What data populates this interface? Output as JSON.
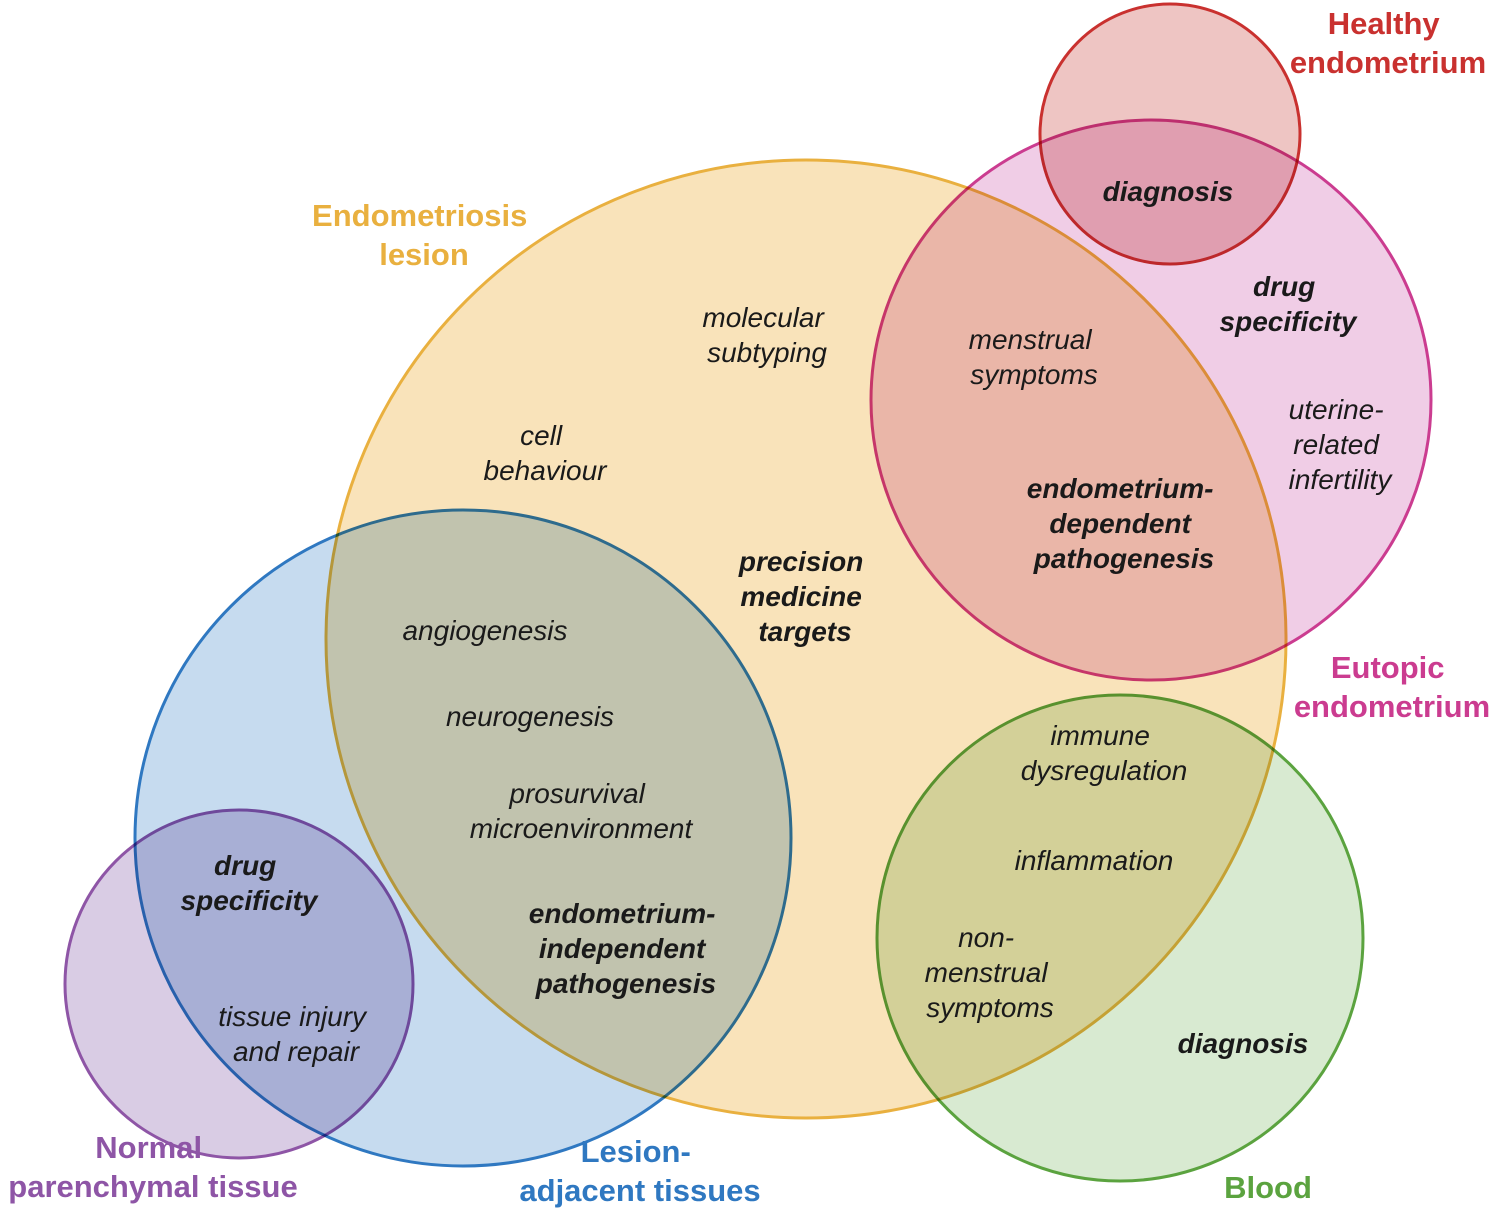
{
  "sets": {
    "endometriosis_lesion": {
      "lines": [
        "Endometriosis",
        "lesion"
      ],
      "color": "#E9B03F",
      "fill": "#F6D28F"
    },
    "healthy_endometrium": {
      "lines": [
        "Healthy",
        "endometrium"
      ],
      "color": "#C9312F",
      "fill": "#E3A29E"
    },
    "eutopic_endometrium": {
      "lines": [
        "Eutopic",
        "endometrium"
      ],
      "color": "#CB3C90",
      "fill": "#E7AFD6"
    },
    "lesion_adjacent": {
      "lines": [
        "Lesion-",
        "adjacent tissues"
      ],
      "color": "#2F78C1",
      "fill": "#A3C5E5"
    },
    "normal_parenchymal": {
      "lines": [
        "Normal",
        "parenchymal tissue"
      ],
      "color": "#8E55A6",
      "fill": "#C2ADD4"
    },
    "blood": {
      "lines": [
        "Blood"
      ],
      "color": "#5BA33F",
      "fill": "#C0DDB4"
    }
  },
  "terms": {
    "diagnosis_healthy": {
      "lines": [
        "diagnosis"
      ],
      "bold": true
    },
    "drug_specificity_eutopic": {
      "lines": [
        "drug",
        "specificity"
      ],
      "bold": true
    },
    "uterine_infertility": {
      "lines": [
        "uterine-",
        "related",
        "infertility"
      ],
      "bold": false
    },
    "menstrual_symptoms": {
      "lines": [
        "menstrual",
        "symptoms"
      ],
      "bold": false
    },
    "endometrium_dependent": {
      "lines": [
        "endometrium-",
        "dependent",
        "pathogenesis"
      ],
      "bold": true
    },
    "molecular_subtyping": {
      "lines": [
        "molecular",
        "subtyping"
      ],
      "bold": false
    },
    "cell_behaviour": {
      "lines": [
        "cell",
        "behaviour"
      ],
      "bold": false
    },
    "precision_medicine": {
      "lines": [
        "precision",
        "medicine",
        "targets"
      ],
      "bold": true
    },
    "angiogenesis": {
      "lines": [
        "angiogenesis"
      ],
      "bold": false
    },
    "neurogenesis": {
      "lines": [
        "neurogenesis"
      ],
      "bold": false
    },
    "prosurvival": {
      "lines": [
        "prosurvival",
        "microenvironment"
      ],
      "bold": false
    },
    "endometrium_independent": {
      "lines": [
        "endometrium-",
        "independent",
        "pathogenesis"
      ],
      "bold": true
    },
    "drug_specificity_normal": {
      "lines": [
        "drug",
        "specificity"
      ],
      "bold": true
    },
    "tissue_injury": {
      "lines": [
        "tissue injury",
        "and repair"
      ],
      "bold": false
    },
    "immune_dysregulation": {
      "lines": [
        "immune",
        "dysregulation"
      ],
      "bold": false
    },
    "inflammation": {
      "lines": [
        "inflammation"
      ],
      "bold": false
    },
    "non_menstrual": {
      "lines": [
        "non-",
        "menstrual",
        "symptoms"
      ],
      "bold": false
    },
    "diagnosis_blood": {
      "lines": [
        "diagnosis"
      ],
      "bold": true
    }
  }
}
